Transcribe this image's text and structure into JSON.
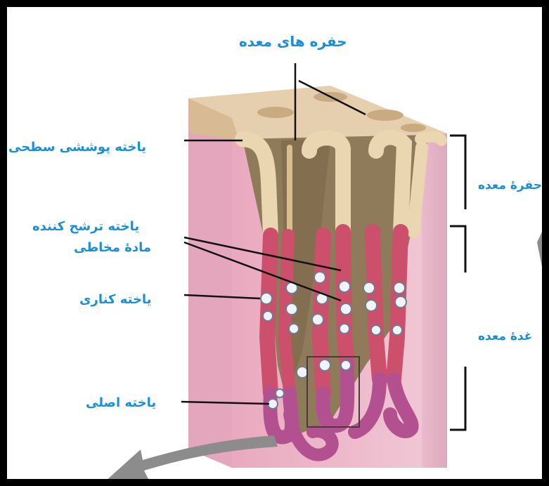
{
  "labels": {
    "gastric_pits": "حفره های معده",
    "surface_epithelium": "یاخته پوششی سطحی",
    "mucus_cell_line1": "یاخته ترشح کننده",
    "mucus_cell_line2": "مادهٔ مخاطی",
    "parietal_cell": "یاخته کناری",
    "chief_cell": "یاخته اصلی",
    "gastric_pit_bracket": "حفرهٔ معده",
    "gastric_gland_bracket": "غدهٔ معده"
  },
  "colors": {
    "label_text": "#1a8fd8",
    "tissue_pink": "#e7b9c6",
    "tissue_side": "#d792a9",
    "top_surface": "#e6cfae",
    "pit_brown": "#8f7a5a",
    "epithelium_tan": "#ead6b0",
    "gland_red": "#cc4f6b",
    "gland_magenta": "#b3508f",
    "cell_white": "#f1f3f6",
    "arrow_gray": "#8c8c8c",
    "frame_black": "#000000"
  }
}
